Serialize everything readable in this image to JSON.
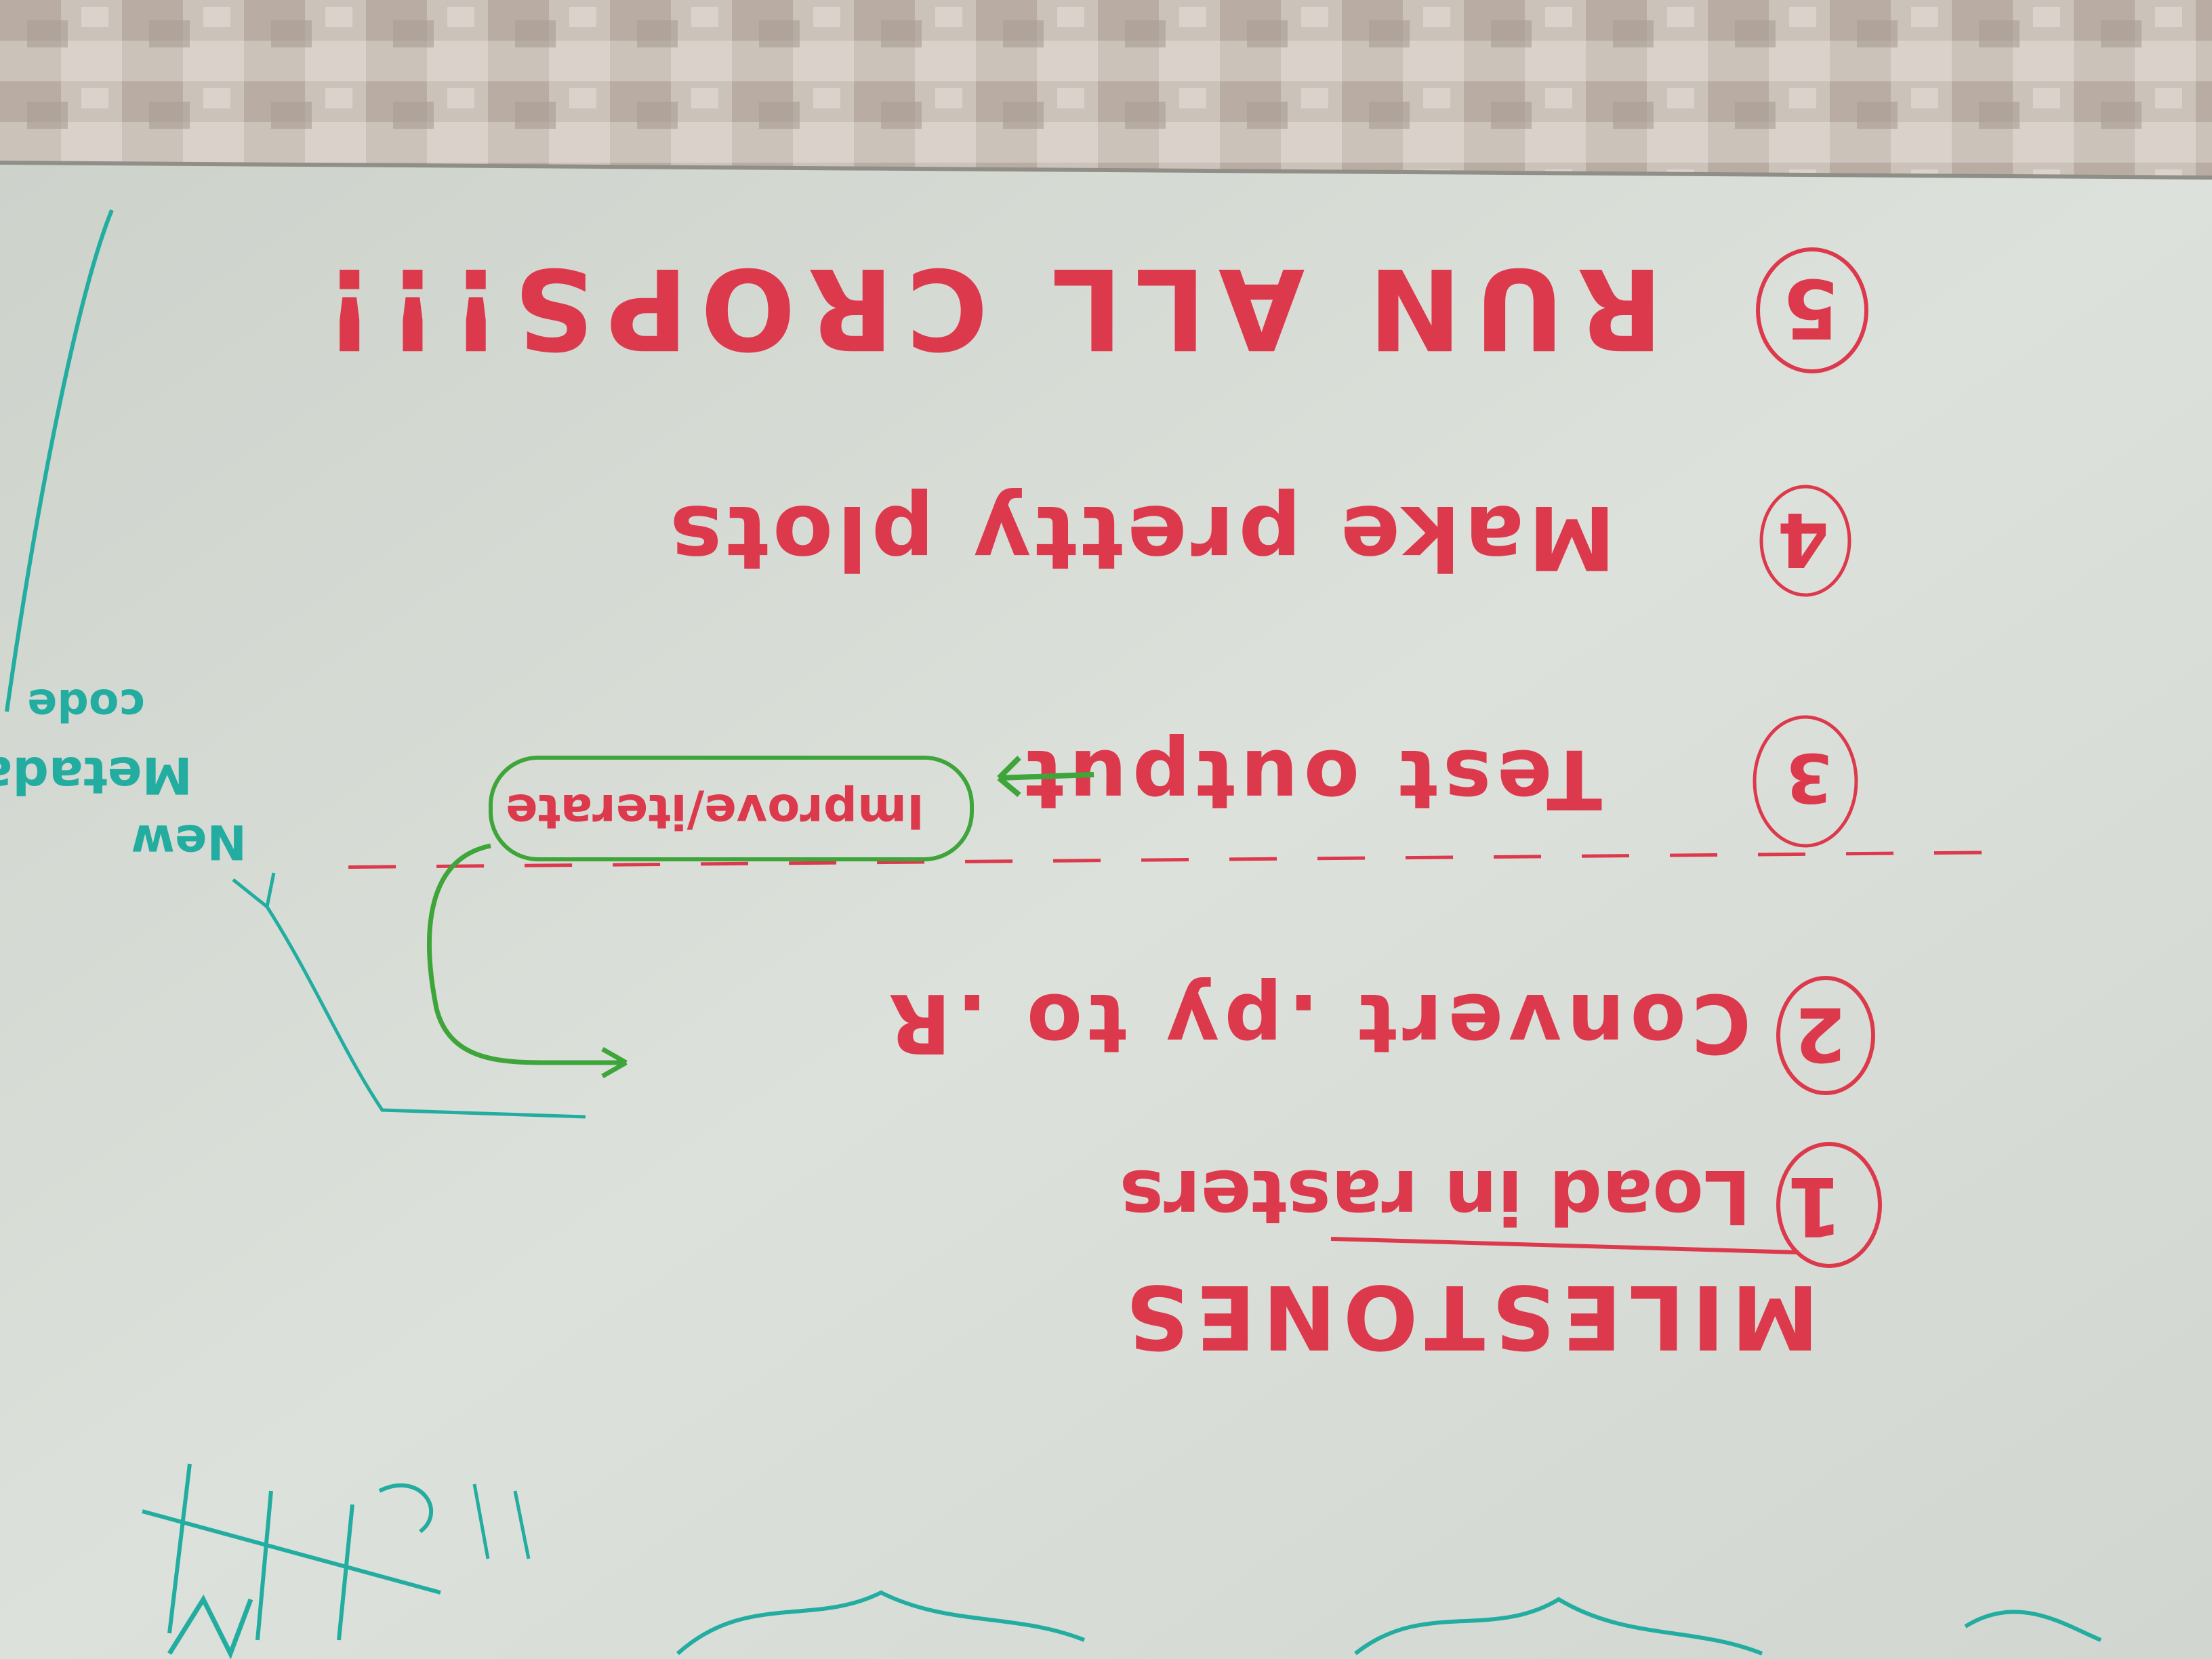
{
  "whiteboard": {
    "title": "MILESTONES",
    "milestones": [
      {
        "number": "1",
        "text": "Load in rasters"
      },
      {
        "number": "2",
        "text": "Convert .py to .R"
      },
      {
        "number": "3",
        "text": "Test output"
      },
      {
        "number": "4",
        "text": "Make pretty plots"
      },
      {
        "number": "5",
        "text": "RUN ALL CROPS!!!"
      }
    ],
    "loop_note": "Improve/iterate",
    "side_note": [
      "New",
      "Metadata",
      "code"
    ]
  },
  "colors": {
    "carpet": "#c9bfb7",
    "board": "#dce0da",
    "red_marker": "#dc3a4c",
    "green_marker": "#3ea53a",
    "teal_marker": "#23ada0"
  }
}
